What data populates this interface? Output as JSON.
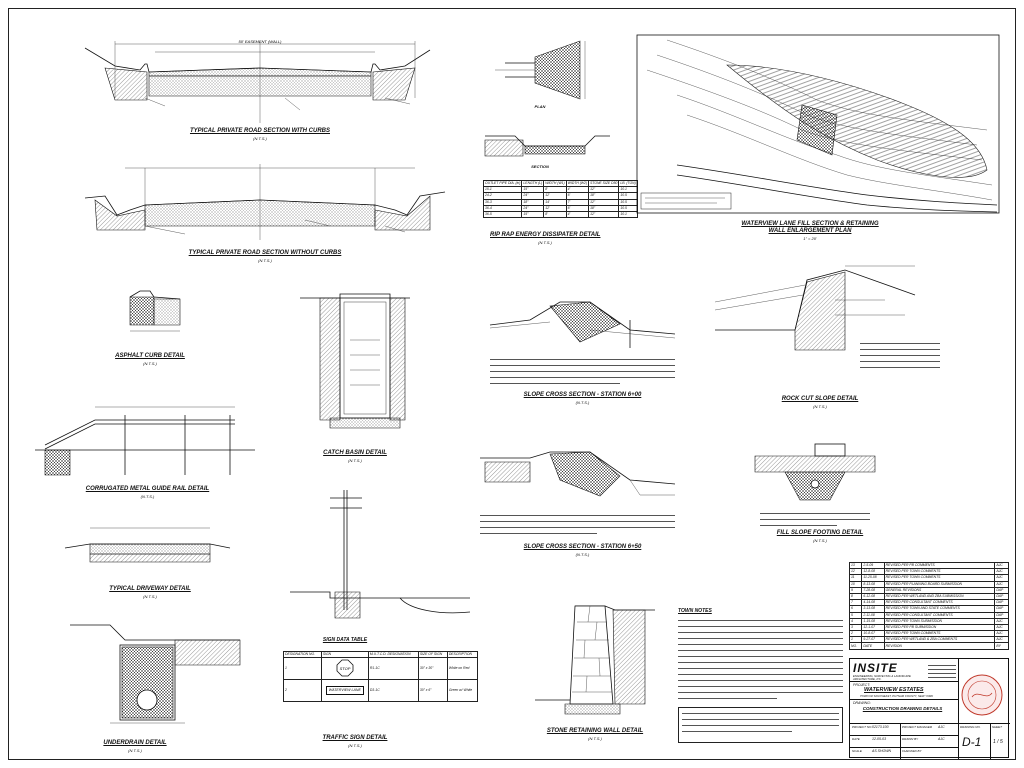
{
  "drawing": {
    "typical_road_curbs_title": "TYPICAL PRIVATE ROAD SECTION WITH CURBS",
    "typical_road_curbs_scale": "(N.T.S.)",
    "typical_road_nocurbs_title": "TYPICAL PRIVATE ROAD SECTION WITHOUT CURBS",
    "typical_road_nocurbs_scale": "(N.T.S.)",
    "riprap_title": "RIP RAP ENERGY DISSIPATER DETAIL",
    "riprap_scale": "(N.T.S.)",
    "riprap_plan": "PLAN",
    "riprap_section": "SECTION",
    "waterview_title": "WATERVIEW LANE FILL SECTION & RETAINING WALL ENLARGEMENT PLAN",
    "waterview_scale": "1\" = 20'",
    "asphalt_curb_title": "ASPHALT CURB DETAIL",
    "asphalt_curb_scale": "(N.T.S.)",
    "catch_basin_title": "CATCH BASIN DETAIL",
    "catch_basin_scale": "(N.T.S.)",
    "slope_600_title": "SLOPE CROSS SECTION - STATION 6+00",
    "slope_600_scale": "(N.T.S.)",
    "rock_cut_title": "ROCK CUT SLOPE DETAIL",
    "rock_cut_scale": "(N.T.S.)",
    "guide_rail_title": "CORRUGATED METAL GUIDE RAIL DETAIL",
    "guide_rail_scale": "(N.T.S.)",
    "slope_650_title": "SLOPE CROSS SECTION - STATION 6+50",
    "slope_650_scale": "(N.T.S.)",
    "fill_slope_title": "FILL SLOPE FOOTING DETAIL",
    "fill_slope_scale": "(N.T.S.)",
    "driveway_title": "TYPICAL DRIVEWAY DETAIL",
    "driveway_scale": "(N.T.S.)",
    "sign_data_title": "SIGN DATA TABLE",
    "underdrain_title": "UNDERDRAIN DETAIL",
    "underdrain_scale": "(N.T.S.)",
    "traffic_sign_title": "TRAFFIC SIGN DETAIL",
    "traffic_sign_scale": "(N.T.S.)",
    "stone_wall_title": "STONE RETAINING WALL DETAIL",
    "stone_wall_scale": "(N.T.S.)",
    "town_notes_title": "TOWN NOTES",
    "easement_label": "50' EASEMENT (WALL)",
    "stop_text": "STOP",
    "waterview_lane_text": "WATERVIEW LANE"
  },
  "sign_table": {
    "headers": [
      "DESIGNATION NO.",
      "SIGN",
      "M.U.T.C.D. DESIGNATION",
      "SIZE OF SIGN",
      "DESCRIPTION"
    ],
    "rows": [
      [
        "1",
        "STOP",
        "R1-1C",
        "30\" x 30\"",
        "White on Red"
      ],
      [
        "2",
        "WATERVIEW LANE",
        "D3-1C",
        "30\" x 6\"",
        "Green w/ White"
      ]
    ]
  },
  "riprap_table": {
    "headers": [
      "OUTLET PIPE DIA. (in)",
      "LENGTH (L)",
      "WIDTH (W1)",
      "WIDTH (W2)",
      "STONE SIZE D50",
      "LB. (TON)"
    ],
    "rows": [
      [
        "15-1",
        "15\"",
        "8'",
        "4'",
        "12\"",
        "10.1"
      ],
      [
        "24-2",
        "24\"",
        "12'",
        "6'",
        "18\"",
        "10.5"
      ],
      [
        "36-3",
        "18\"",
        "14'",
        "7'",
        "12\"",
        "10.5"
      ],
      [
        "36-4",
        "24\"",
        "12'",
        "6'",
        "18\"",
        "10.5"
      ],
      [
        "36-5",
        "15\"",
        "8'",
        "4'",
        "12\"",
        "10.1"
      ]
    ]
  },
  "revisions": [
    [
      "13",
      "2-5-09",
      "REVISED PER PB COMMENTS",
      "AJC"
    ],
    [
      "12",
      "12-8-08",
      "REVISED PER TOWN COMMENTS",
      "AJC"
    ],
    [
      "11",
      "11-25-08",
      "REVISED PER TOWN COMMENTS",
      "AJC"
    ],
    [
      "10",
      "8-13-08",
      "REVISED PER PLANNING BOARD SUBMISSION",
      "AJC"
    ],
    [
      "9",
      "7-28-08",
      "GENERAL REVISIONS",
      "DAP"
    ],
    [
      "8",
      "6-12-08",
      "REVISED PER WETLAND AND ZBA SUBMISSION",
      "DAP"
    ],
    [
      "7",
      "4-14-08",
      "REVISED PER CONSULTANT COMMENTS",
      "DAP"
    ],
    [
      "6",
      "3-13-08",
      "REVISED PER TOWN AND STATE COMMENTS",
      "DAP"
    ],
    [
      "5",
      "2-11-08",
      "REVISED PER CONSULTANT COMMENTS",
      "DAP"
    ],
    [
      "4",
      "1-15-08",
      "REVISED PER TOWN SUBMISSION",
      "AJC"
    ],
    [
      "3",
      "12-1-07",
      "REVISED PER PB SUBMISSION",
      "AJC"
    ],
    [
      "2",
      "10-8-07",
      "REVISED PER TOWN COMMENTS",
      "AJC"
    ],
    [
      "1",
      "9-27-07",
      "REVISED PER WETLAND & ZBA COMMENTS",
      "AJC"
    ],
    [
      "NO.",
      "DATE",
      "REVISION",
      "BY"
    ]
  ],
  "title_block": {
    "firm_name": "INSITE",
    "firm_subtitle": "ENGINEERING, SURVEYING & LANDSCAPE ARCHITECTURE, P.C.",
    "project_label": "PROJECT:",
    "project_name": "WATERVIEW ESTATES",
    "project_sub": "TOWN OF SOUTHEAST, PUTNAM COUNTY, NEW YORK",
    "drawing_label": "DRAWING:",
    "drawing_name": "CONSTRUCTION DRAWING DETAILS",
    "project_no_label": "PROJECT NO.",
    "project_no": "02173.100",
    "date_label": "DATE",
    "date": "12-05-03",
    "scale_label": "SCALE",
    "scale": "AS SHOWN",
    "project_mgr_label": "PROJECT MANAGER",
    "project_mgr": "AJC",
    "drawn_label": "DRAWN BY",
    "drawn_by": "AJC",
    "checked_label": "CHECKED BY",
    "checked_by": "",
    "drawing_no_label": "DRAWING NO.",
    "drawing_no": "D-1",
    "sheet_label": "SHEET",
    "sheet": "1 / 5"
  },
  "colors": {
    "line": "#111111",
    "seal": "#c0392b"
  }
}
